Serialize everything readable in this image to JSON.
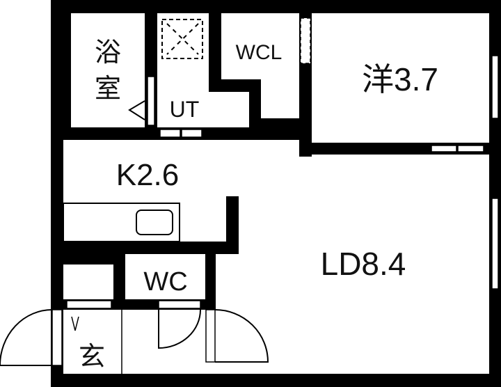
{
  "colors": {
    "wall": "#000000",
    "floor": "#ffffff"
  },
  "rooms": {
    "bath": "浴室",
    "utility": "UT",
    "walk_in_closet": "WCL",
    "western_room": "洋3.7",
    "kitchen": "K2.6",
    "living_dining": "LD8.4",
    "toilet": "WC",
    "entrance": "玄"
  }
}
